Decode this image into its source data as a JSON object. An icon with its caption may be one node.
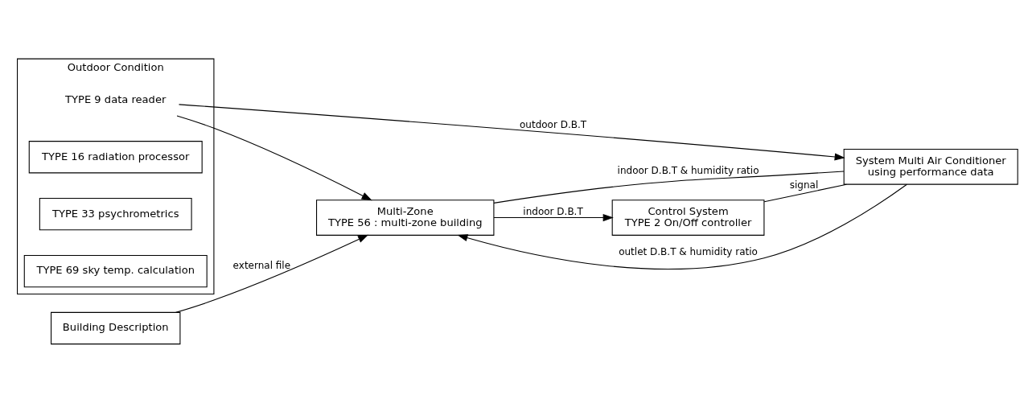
{
  "diagram": {
    "nodes": [
      {
        "text": [
          "Outdoor Condition"
        ]
      },
      {
        "text": [
          "TYPE 9 data reader"
        ],
        "in": 0
      },
      {
        "text": [
          "TYPE 16 radiation processor"
        ],
        "in": 0
      },
      {
        "text": [
          "TYPE 33 psychrometrics"
        ],
        "in": 0
      },
      {
        "text": [
          "TYPE 69 sky temp. calculation"
        ],
        "in": 0
      },
      {
        "text": [
          "Multi-Zone",
          "TYPE 56 : multi-zone building"
        ]
      },
      {
        "text": [
          "System Multi Air Conditioner",
          "using performance data"
        ]
      },
      {
        "text": [
          "Building Description"
        ]
      },
      {
        "text": [
          "Control System",
          "TYPE 2 On/Off controller"
        ]
      }
    ],
    "edges": [
      {
        "from": 1,
        "to": 5,
        "arrow": "to"
      },
      {
        "from": 1,
        "to": 6,
        "arrow": "to",
        "label": "outdoor D.B.T"
      },
      {
        "from": 5,
        "to": 6,
        "arrow": "none",
        "label": "indoor D.B.T & humidity ratio"
      },
      {
        "from": 6,
        "to": 5,
        "arrow": "to",
        "label": "outlet D.B.T & humidity ratio"
      },
      {
        "from": 7,
        "to": 5,
        "arrow": "to",
        "label": "external file"
      },
      {
        "from": 5,
        "to": 8,
        "arrow": "to",
        "label": "indoor D.B.T"
      },
      {
        "from": 8,
        "to": 6,
        "arrow": "none",
        "label": "signal"
      }
    ]
  }
}
